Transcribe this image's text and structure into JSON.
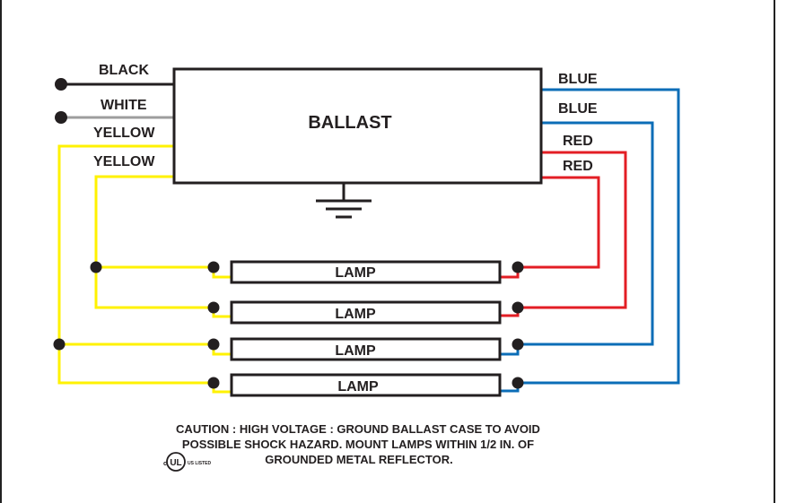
{
  "ballast": {
    "label": "BALLAST"
  },
  "wires": {
    "black": "BLACK",
    "white": "WHITE",
    "yellow_1": "YELLOW",
    "yellow_2": "YELLOW",
    "blue_1": "BLUE",
    "blue_2": "BLUE",
    "red_1": "RED",
    "red_2": "RED"
  },
  "lamps": [
    {
      "label": "LAMP"
    },
    {
      "label": "LAMP"
    },
    {
      "label": "LAMP"
    },
    {
      "label": "LAMP"
    }
  ],
  "caution": {
    "line1": "CAUTION : HIGH VOLTAGE : GROUND BALLAST CASE TO AVOID",
    "line2": "POSSIBLE SHOCK HAZARD.  MOUNT LAMPS WITHIN 1/2 IN. OF",
    "line3": "GROUNDED METAL REFLECTOR."
  },
  "ul_mark": {
    "letters": "UL",
    "c": "c",
    "us_listed": "US LISTED"
  },
  "colors": {
    "black": "#231f20",
    "white_wire": "#9d9d9d",
    "yellow": "#fff200",
    "red": "#e31e24",
    "blue": "#0b6db7",
    "page_border": "#222222"
  }
}
